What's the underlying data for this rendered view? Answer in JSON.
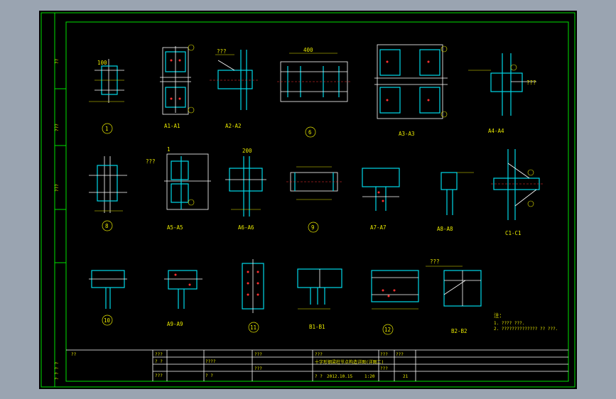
{
  "drawing": {
    "background": "#000000",
    "frame_color": "#00e000",
    "steel_color": "#00d8e8",
    "text_color": "#e8e800",
    "details": [
      {
        "id": "d1",
        "label": "1"
      },
      {
        "id": "d2",
        "label": "A1-A1"
      },
      {
        "id": "d3",
        "label": "A2-A2"
      },
      {
        "id": "d4",
        "label": "6"
      },
      {
        "id": "d5",
        "label": "A3-A3"
      },
      {
        "id": "d6",
        "label": "A4-A4"
      },
      {
        "id": "d7",
        "label": "8"
      },
      {
        "id": "d8",
        "label": "A5-A5"
      },
      {
        "id": "d9",
        "label": "A6-A6"
      },
      {
        "id": "d10",
        "label": "9"
      },
      {
        "id": "d11",
        "label": "A7-A7"
      },
      {
        "id": "d12",
        "label": "A8-A8"
      },
      {
        "id": "d13",
        "label": "C1-C1"
      },
      {
        "id": "d14",
        "label": "10"
      },
      {
        "id": "d15",
        "label": "A9-A9"
      },
      {
        "id": "d16",
        "label": "11"
      },
      {
        "id": "d17",
        "label": "B1-B1"
      },
      {
        "id": "d18",
        "label": "12"
      },
      {
        "id": "d19",
        "label": "B2-B2"
      }
    ],
    "notes": {
      "title": "注：",
      "line1": "1. ????  ???.",
      "line2": "2. ?????????????? ?? ???."
    },
    "title_block": {
      "c1": "???",
      "c2": "???",
      "c3": "???",
      "c4": "???",
      "c5": "????",
      "c6": "???",
      "project": "???",
      "title": "十字形钢梁柱节点构造详图(详图二)",
      "code": "???",
      "scale": "1:20",
      "sheet": "21",
      "row1": "? ?",
      "row2": "???",
      "date": "2012.10.15",
      "num": "? ?",
      "margin1": "??",
      "margin2": "???",
      "margin3": "???",
      "margin4": "? ? ? ?"
    }
  }
}
